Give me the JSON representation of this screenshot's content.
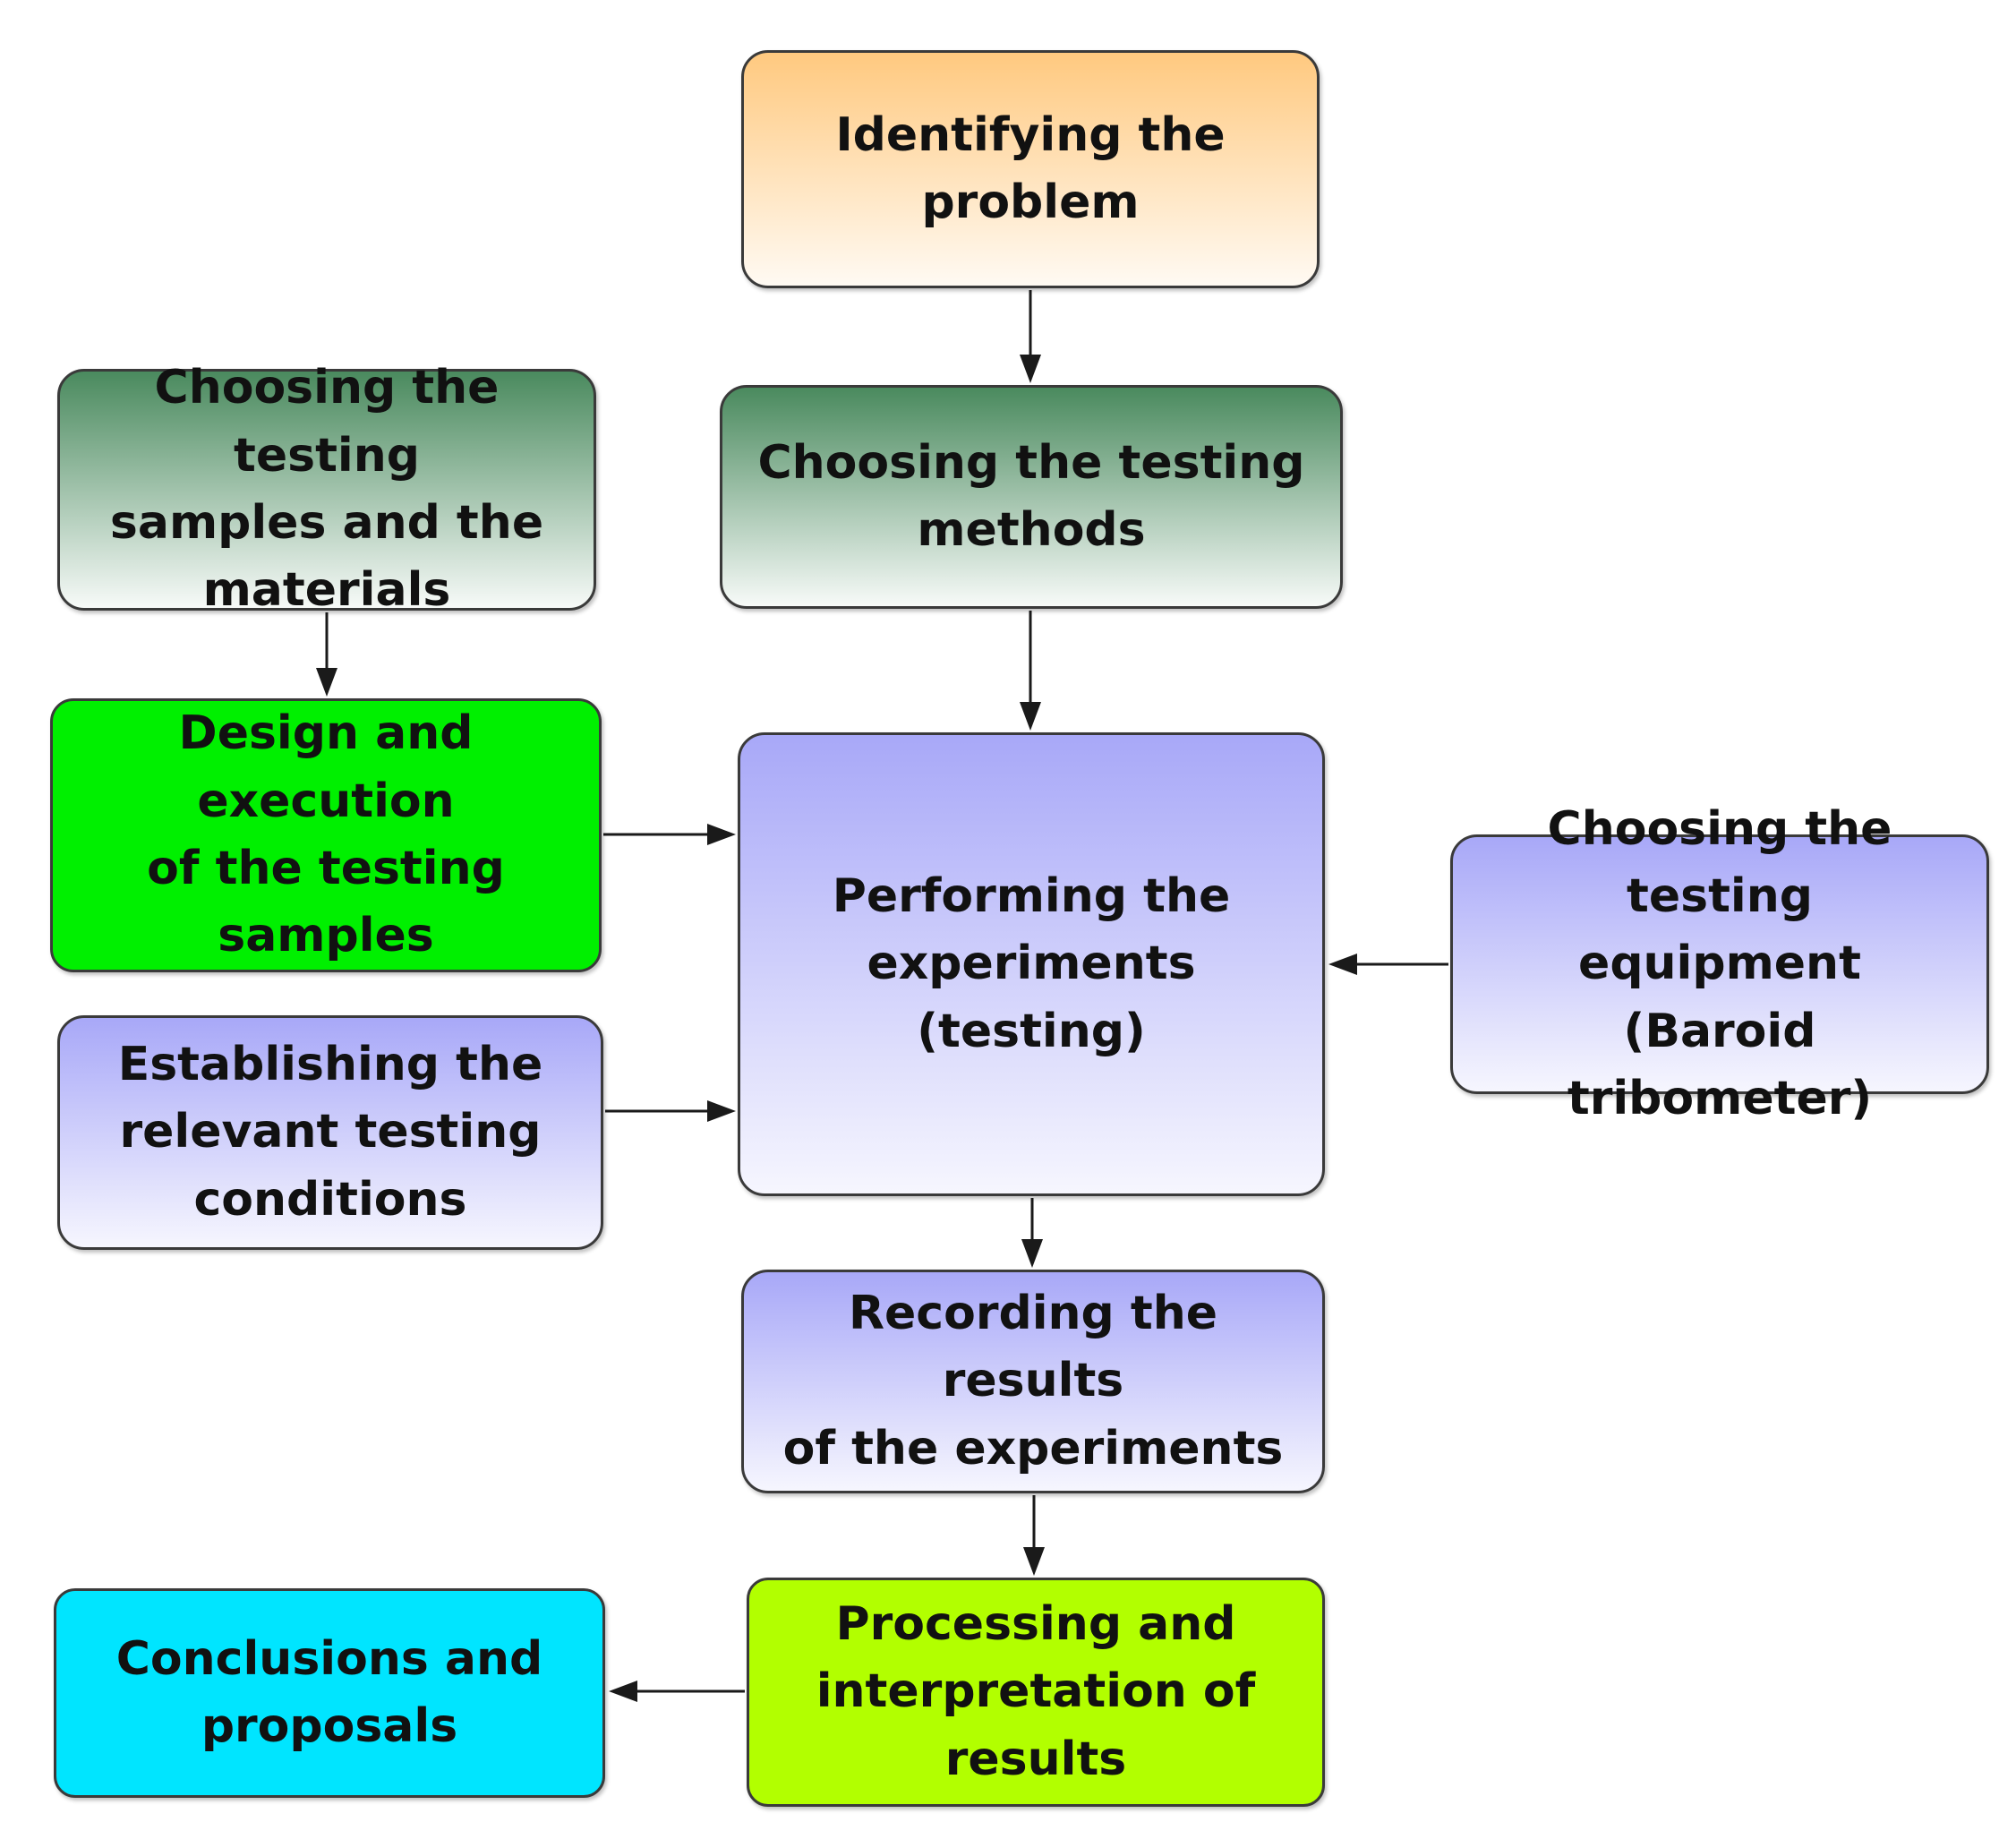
{
  "diagram": {
    "nodes": {
      "identify": "Identifying the\nproblem",
      "methods": "Choosing the testing\nmethods",
      "samples": "Choosing the testing\nsamples and the\nmaterials",
      "design": "Design and execution\nof the testing samples",
      "perform": "Performing the\nexperiments (testing)",
      "establish": "Establishing the\nrelevant testing\nconditions",
      "equipment": "Choosing the testing\nequipment\n(Baroid tribometer)",
      "recording": "Recording the results\nof the experiments",
      "processing": "Processing and\ninterpretation of\nresults",
      "conclusions": "Conclusions and\nproposals"
    },
    "edges": [
      {
        "from": "identify",
        "to": "methods"
      },
      {
        "from": "samples",
        "to": "design"
      },
      {
        "from": "methods",
        "to": "perform"
      },
      {
        "from": "design",
        "to": "perform"
      },
      {
        "from": "establish",
        "to": "perform"
      },
      {
        "from": "equipment",
        "to": "perform"
      },
      {
        "from": "perform",
        "to": "recording"
      },
      {
        "from": "recording",
        "to": "processing"
      },
      {
        "from": "processing",
        "to": "conclusions"
      }
    ],
    "colors": {
      "identify": "#ffc97f",
      "methods": "#4a8a5e",
      "samples": "#4a8a5e",
      "design": "#00f000",
      "perform": "#a8a8f8",
      "establish": "#a8a8f8",
      "equipment": "#a8a8f8",
      "recording": "#a8a8f8",
      "processing": "#b2ff00",
      "conclusions": "#00e5ff",
      "connector": "#1a1a1a"
    }
  }
}
